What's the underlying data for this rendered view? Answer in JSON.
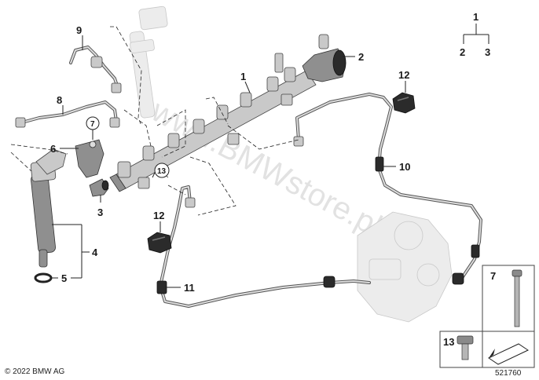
{
  "watermark": "www.BMWstore.pl",
  "copyright": "© 2022 BMW AG",
  "diagram_number": "521760",
  "labels": {
    "n1": "1",
    "n2": "2",
    "n3": "3",
    "n4": "4",
    "n5": "5",
    "n6": "6",
    "n7": "7",
    "n8": "8",
    "n9": "9",
    "n10": "10",
    "n11": "11",
    "n12": "12",
    "n13": "13"
  },
  "hierarchy": {
    "parent": "1",
    "child_a": "2",
    "child_b": "3"
  },
  "callouts": {
    "c7": "7",
    "c13": "13"
  },
  "legend_box": {
    "item_7": "7",
    "item_13": "13"
  }
}
